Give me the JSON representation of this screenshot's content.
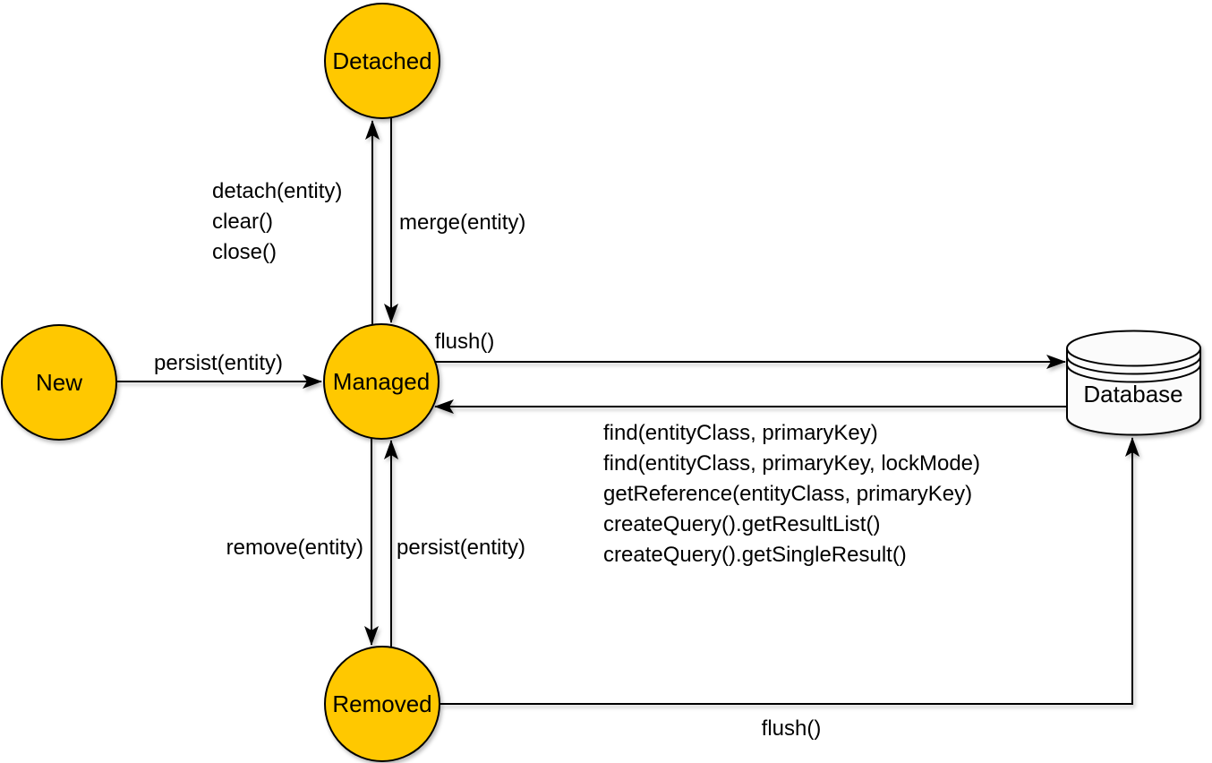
{
  "colors": {
    "state_fill": "#FFC800",
    "state_stroke": "#000000",
    "database_fill": "#FBFBFB",
    "line_color": "#000000",
    "background": "#FFFFFF"
  },
  "nodes": {
    "detached": "Detached",
    "new": "New",
    "managed": "Managed",
    "removed": "Removed",
    "database": "Database"
  },
  "edges": {
    "new_to_managed": {
      "label": "persist(entity)"
    },
    "managed_to_detached": {
      "labels": [
        "detach(entity)",
        "clear()",
        "close()"
      ]
    },
    "detached_to_managed": {
      "label": "merge(entity)"
    },
    "managed_to_database": {
      "label": "flush()"
    },
    "database_to_managed": {
      "labels": [
        "find(entityClass, primaryKey)",
        "find(entityClass, primaryKey, lockMode)",
        "getReference(entityClass, primaryKey)",
        "createQuery().getResultList()",
        "createQuery().getSingleResult()"
      ]
    },
    "managed_to_removed": {
      "label": "remove(entity)"
    },
    "removed_to_managed": {
      "label": "persist(entity)"
    },
    "removed_to_database": {
      "label": "flush()"
    }
  }
}
